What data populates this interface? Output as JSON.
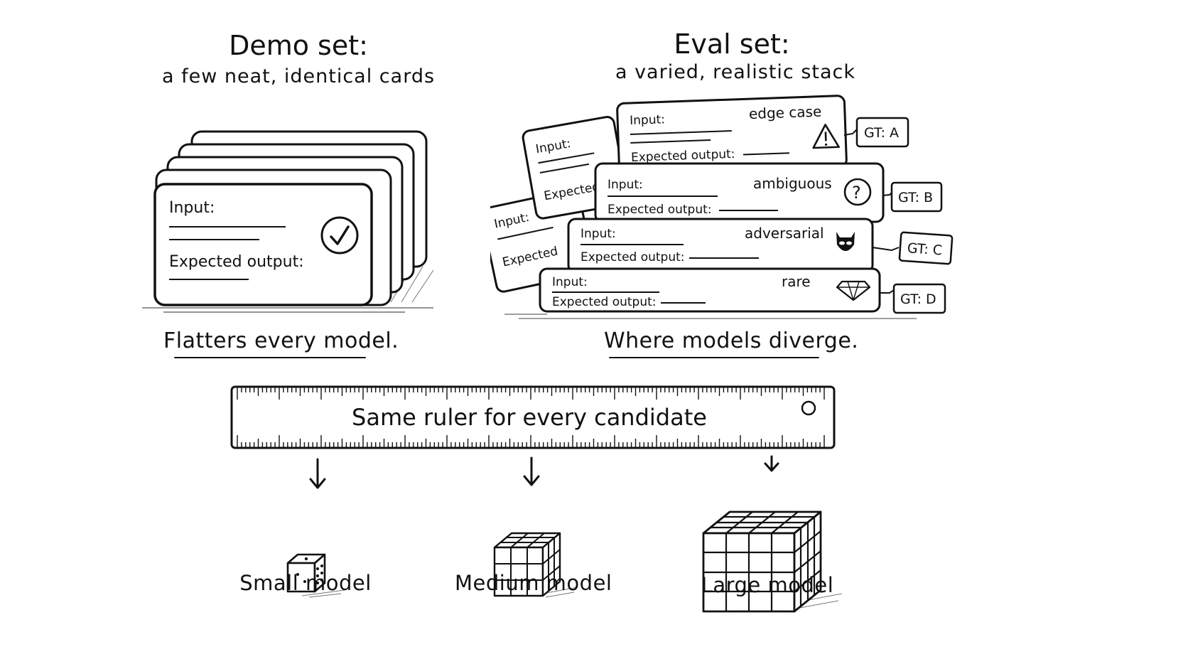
{
  "demo": {
    "heading": "Demo set:",
    "subheading": "a few neat, identical cards",
    "card": {
      "input_label": "Input:",
      "output_label": "Expected output:"
    },
    "caption": "Flatters every model."
  },
  "eval": {
    "heading": "Eval set:",
    "subheading": "a varied, realistic stack",
    "back_cards": [
      {
        "input_label": "Input:",
        "output_label": "Expected"
      },
      {
        "input_label": "Input:",
        "output_label": "Expected"
      }
    ],
    "cards": [
      {
        "input_label": "Input:",
        "output_label": "Expected output:",
        "kind": "edge case",
        "icon": "warning-icon",
        "tag": "GT: A"
      },
      {
        "input_label": "Input:",
        "output_label": "Expected output:",
        "kind": "ambiguous",
        "icon": "question-icon",
        "tag": "GT: B"
      },
      {
        "input_label": "Input:",
        "output_label": "Expected output:",
        "kind": "adversarial",
        "icon": "mask-icon",
        "tag": "GT: C"
      },
      {
        "input_label": "Input:",
        "output_label": "Expected output:",
        "kind": "rare",
        "icon": "diamond-icon",
        "tag": "GT: D"
      }
    ],
    "caption": "Where models diverge."
  },
  "ruler": {
    "label": "Same ruler for every candidate"
  },
  "models": [
    {
      "label": "Small model",
      "icon": "die-icon"
    },
    {
      "label": "Medium model",
      "icon": "cube-3x3-icon"
    },
    {
      "label": "Large model",
      "icon": "cube-4x4-icon"
    }
  ]
}
